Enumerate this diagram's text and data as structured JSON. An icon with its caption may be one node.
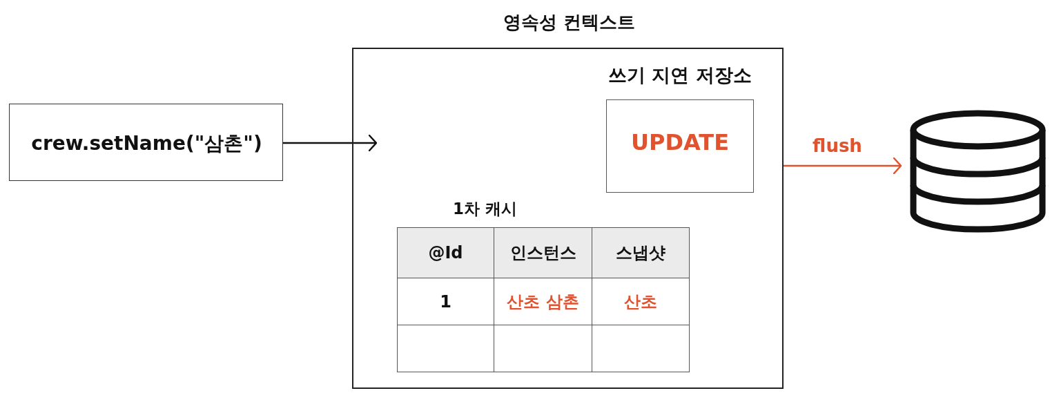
{
  "diagram": {
    "nodes": [
      {
        "text": [
          "영속성 컨텍스트"
        ]
      },
      {
        "text": [
          "crew.setName(\"삼촌\")"
        ]
      },
      {
        "text": [
          "쓰기 지연 저장소",
          "UPDATE"
        ],
        "in": 0
      },
      {
        "text": [
          "1차 캐시"
        ],
        "in": 0
      },
      {
        "text": [],
        "shape": "cylinder"
      }
    ],
    "edges": [
      {
        "from": 1,
        "to": 0,
        "arrow": "to"
      },
      {
        "from": 0,
        "to": 4,
        "label": "flush",
        "arrow": "to",
        "color": "#e0532e"
      }
    ],
    "labels": [
      "@Id",
      "인스턴스",
      "스냅샷",
      "1",
      "산초 삼촌",
      "산초"
    ]
  }
}
